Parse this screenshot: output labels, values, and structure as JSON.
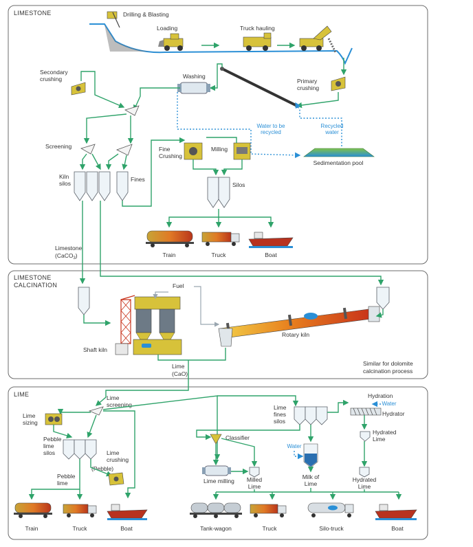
{
  "colors": {
    "flow": "#2fa36a",
    "water": "#2a8fd6",
    "panel_border": "#6b6b6b",
    "kiln_hot": "#d24a1c",
    "machine_yellow": "#d7c23a"
  },
  "sections": {
    "limestone": "LIMESTONE",
    "calcination_line1": "LIMESTONE",
    "calcination_line2": "CALCINATION",
    "lime": "LIME"
  },
  "limestone": {
    "drilling": "Drilling & Blasting",
    "loading": "Loading",
    "truck_hauling": "Truck hauling",
    "secondary_crushing_1": "Secondary",
    "secondary_crushing_2": "crushing",
    "washing": "Washing",
    "primary_crushing_1": "Primary",
    "primary_crushing_2": "crushing",
    "water_recycled_1": "Water to be",
    "water_recycled_2": "recycled",
    "recycled_water_1": "Recycled",
    "recycled_water_2": "water",
    "screening": "Screening",
    "fine_crushing_1": "Fine",
    "fine_crushing_2": "Crushing",
    "milling": "Milling",
    "sedimentation_pool": "Sedimentation pool",
    "kiln_silos_1": "Kiln",
    "kiln_silos_2": "silos",
    "fines": "Fines",
    "silos": "Silos",
    "limestone_1": "Limestone",
    "limestone_2": "(CaCO",
    "limestone_2b": "3",
    "limestone_2c": ")",
    "train": "Train",
    "truck": "Truck",
    "boat": "Boat"
  },
  "calcination": {
    "fuel": "Fuel",
    "shaft_kiln": "Shaft kiln",
    "rotary_kiln": "Rotary kiln",
    "lime_1": "Lime",
    "lime_2": "(CaO)",
    "note_1": "Similar for dolomite",
    "note_2": "calcination process"
  },
  "lime": {
    "lime_screening_1": "Lime",
    "lime_screening_2": "screening",
    "lime_sizing_1": "Lime",
    "lime_sizing_2": "sizing",
    "pebble_silos_1": "Pebble",
    "pebble_silos_2": "lime",
    "pebble_silos_3": "silos",
    "lime_crushing_1": "Lime",
    "lime_crushing_2": "crushing",
    "pebble": "(Pebble)",
    "pebble_lime_1": "Pebble",
    "pebble_lime_2": "lime",
    "lime_fines_1": "Lime",
    "lime_fines_2": "fines",
    "lime_fines_3": "silos",
    "hydration": "Hydration",
    "water_hydrator": "Water",
    "hydrator": "Hydrator",
    "hydrated_lime_1": "Hydrated",
    "hydrated_lime_2": "Lime",
    "classifier": "Classifier",
    "water_milk": "Water",
    "lime_milling": "Lime milling",
    "milled_1": "Milled",
    "milled_2": "Lime",
    "milk_1": "Milk of",
    "milk_2": "Lime",
    "hyd_1": "Hydrated",
    "hyd_2": "Lime",
    "train": "Train",
    "truck": "Truck",
    "boat": "Boat",
    "tank_wagon": "Tank-wagon",
    "truck2": "Truck",
    "silo_truck": "Silo-truck",
    "boat2": "Boat"
  }
}
